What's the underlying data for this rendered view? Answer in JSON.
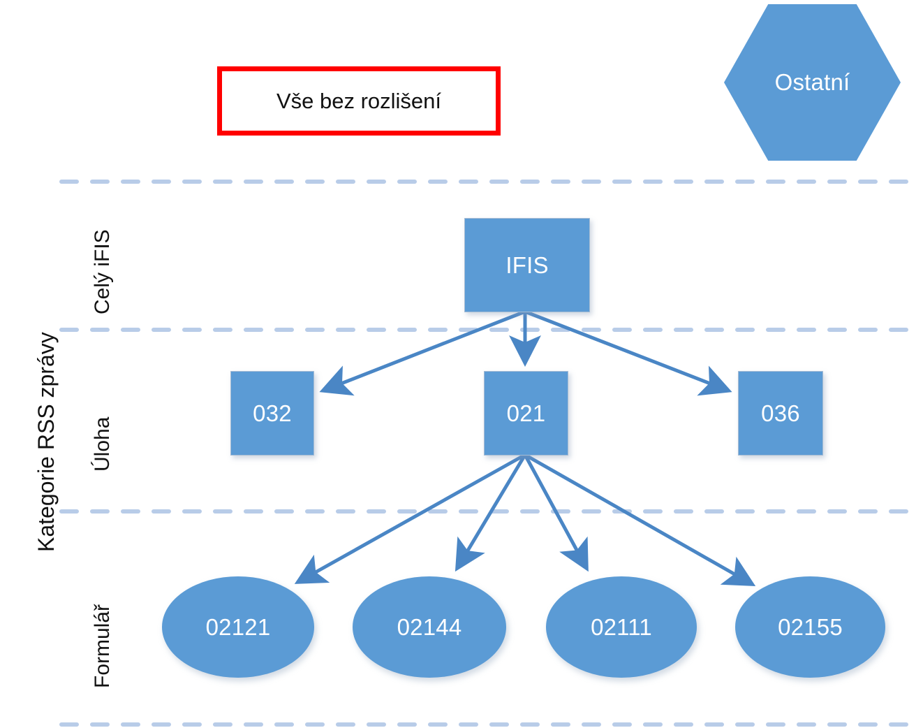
{
  "diagram": {
    "title_callout": {
      "label": "Vše bez rozlišení",
      "border_color": "#ff0000",
      "fill_color": "#ffffff",
      "text_color": "#111111"
    },
    "other_node": {
      "label": "Ostatní",
      "shape": "hexagon",
      "fill_color": "#5b9bd5"
    },
    "axis": {
      "title": "Kategorie RSS zprávy",
      "bands": [
        {
          "label": "Celý iFIS"
        },
        {
          "label": "Úloha"
        },
        {
          "label": "Formulář"
        }
      ]
    },
    "levels": {
      "system": {
        "nodes": [
          {
            "label": "IFIS",
            "shape": "rect"
          }
        ]
      },
      "task": {
        "nodes": [
          {
            "label": "032",
            "shape": "rect"
          },
          {
            "label": "021",
            "shape": "rect"
          },
          {
            "label": "036",
            "shape": "rect"
          }
        ]
      },
      "form": {
        "nodes": [
          {
            "label": "02121",
            "shape": "ellipse"
          },
          {
            "label": "02144",
            "shape": "ellipse"
          },
          {
            "label": "02111",
            "shape": "ellipse"
          },
          {
            "label": "02155",
            "shape": "ellipse"
          }
        ]
      }
    },
    "edges": [
      {
        "from": "IFIS",
        "to": "032"
      },
      {
        "from": "IFIS",
        "to": "021"
      },
      {
        "from": "IFIS",
        "to": "036"
      },
      {
        "from": "021",
        "to": "02121"
      },
      {
        "from": "021",
        "to": "02144"
      },
      {
        "from": "021",
        "to": "02111"
      },
      {
        "from": "021",
        "to": "02155"
      }
    ],
    "separators": {
      "count": 4,
      "color": "#b8cce8",
      "style": "dashed"
    },
    "colors": {
      "node_fill": "#5b9bd5",
      "connector": "#4a86c5",
      "separator": "#b8cce8",
      "accent_red": "#ff0000"
    }
  }
}
